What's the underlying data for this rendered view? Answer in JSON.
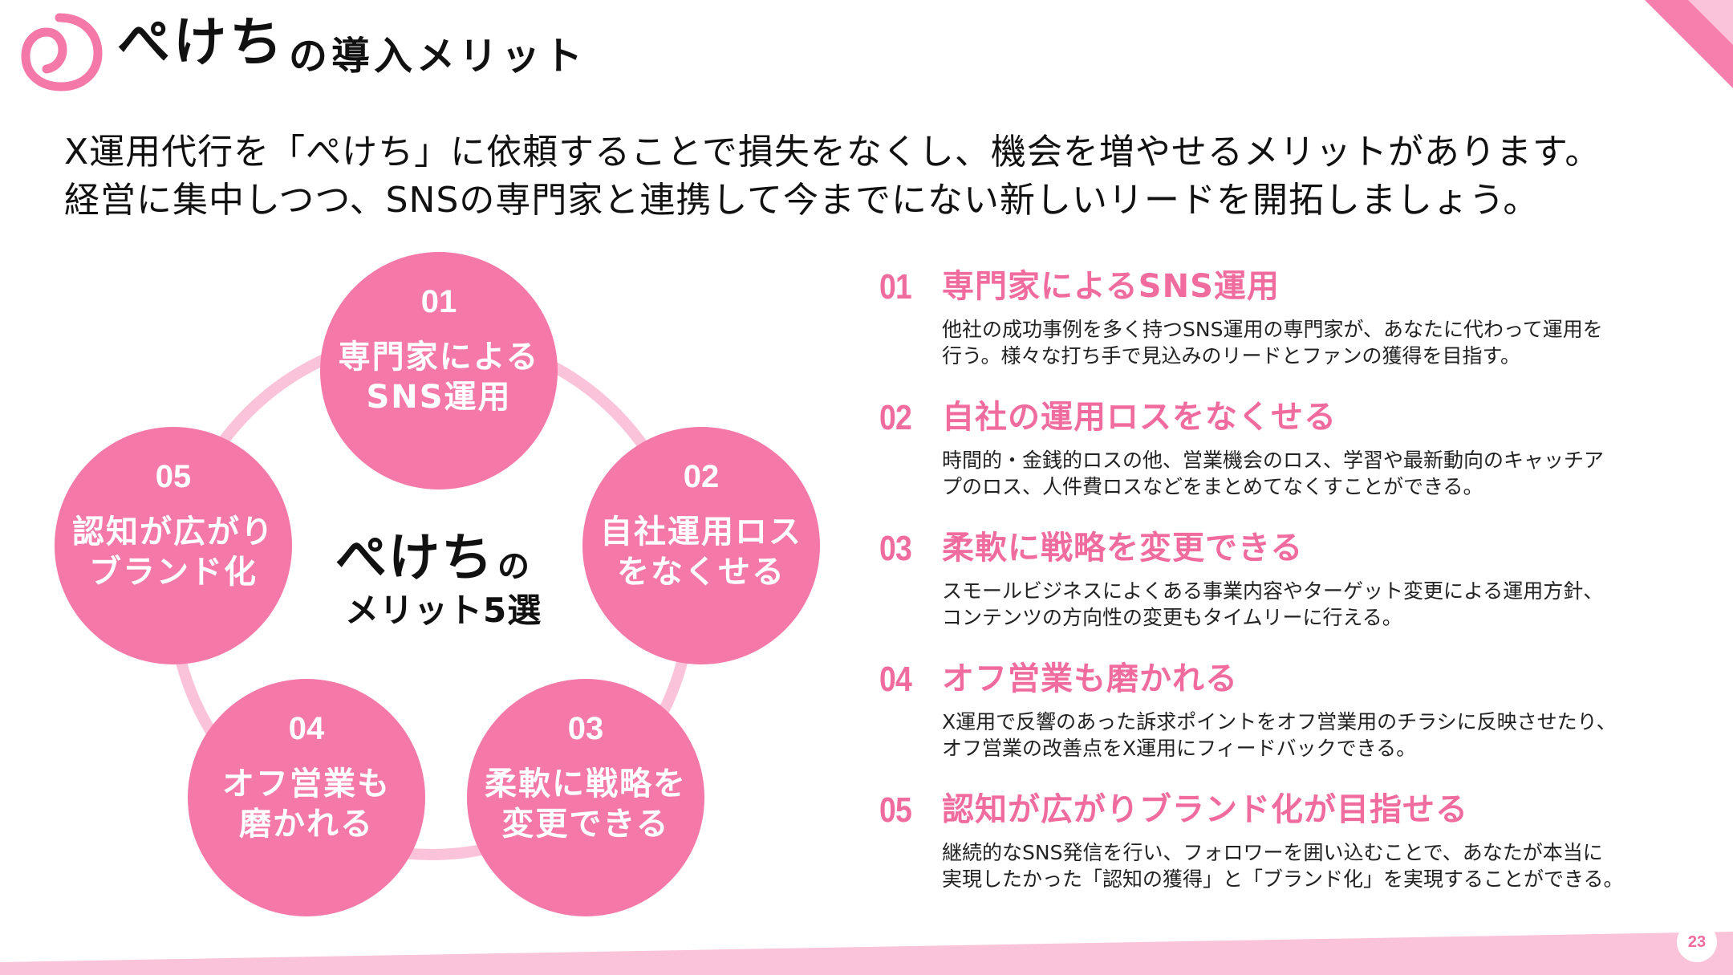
{
  "colors": {
    "accent": "#f479a8",
    "accent_text": "#f06b9e",
    "accent_light": "#fbc3d9"
  },
  "header": {
    "logo_icon": "pekechi-logo-icon",
    "logo_word": "ぺけち",
    "title": "の導入メリット"
  },
  "intro": {
    "line1": "X運用代行を「ぺけち」に依頼することで損失をなくし、機会を増やせるメリットがあります。",
    "line2": "経営に集中しつつ、SNSの専門家と連携して今までにない新しいリードを開拓しましょう。"
  },
  "diagram": {
    "center_word": "ぺけち",
    "center_no": "の",
    "center_sub": "メリット5選",
    "items": [
      {
        "num": "01",
        "label": "専門家による\nSNS運用"
      },
      {
        "num": "02",
        "label": "自社運用ロス\nをなくせる"
      },
      {
        "num": "03",
        "label": "柔軟に戦略を\n変更できる"
      },
      {
        "num": "04",
        "label": "オフ営業も\n磨かれる"
      },
      {
        "num": "05",
        "label": "認知が広がり\nブランド化"
      }
    ]
  },
  "benefits": [
    {
      "num": "01",
      "title": "専門家によるSNS運用",
      "desc": "他社の成功事例を多く持つSNS運用の専門家が、あなたに代わって運用を\n行う。様々な打ち手で見込みのリードとファンの獲得を目指す。"
    },
    {
      "num": "02",
      "title": "自社の運用ロスをなくせる",
      "desc": "時間的・金銭的ロスの他、営業機会のロス、学習や最新動向のキャッチア\nプのロス、人件費ロスなどをまとめてなくすことができる。"
    },
    {
      "num": "03",
      "title": "柔軟に戦略を変更できる",
      "desc": "スモールビジネスによくある事業内容やターゲット変更による運用方針、\nコンテンツの方向性の変更もタイムリーに行える。"
    },
    {
      "num": "04",
      "title": "オフ営業も磨かれる",
      "desc": "X運用で反響のあった訴求ポイントをオフ営業用のチラシに反映させたり、\nオフ営業の改善点をX運用にフィードバックできる。"
    },
    {
      "num": "05",
      "title": "認知が広がりブランド化が目指せる",
      "desc": "継続的なSNS発信を行い、フォロワーを囲い込むことで、あなたが本当に\n実現したかった「認知の獲得」と「ブランド化」を実現することができる。"
    }
  ],
  "page_number": "23"
}
